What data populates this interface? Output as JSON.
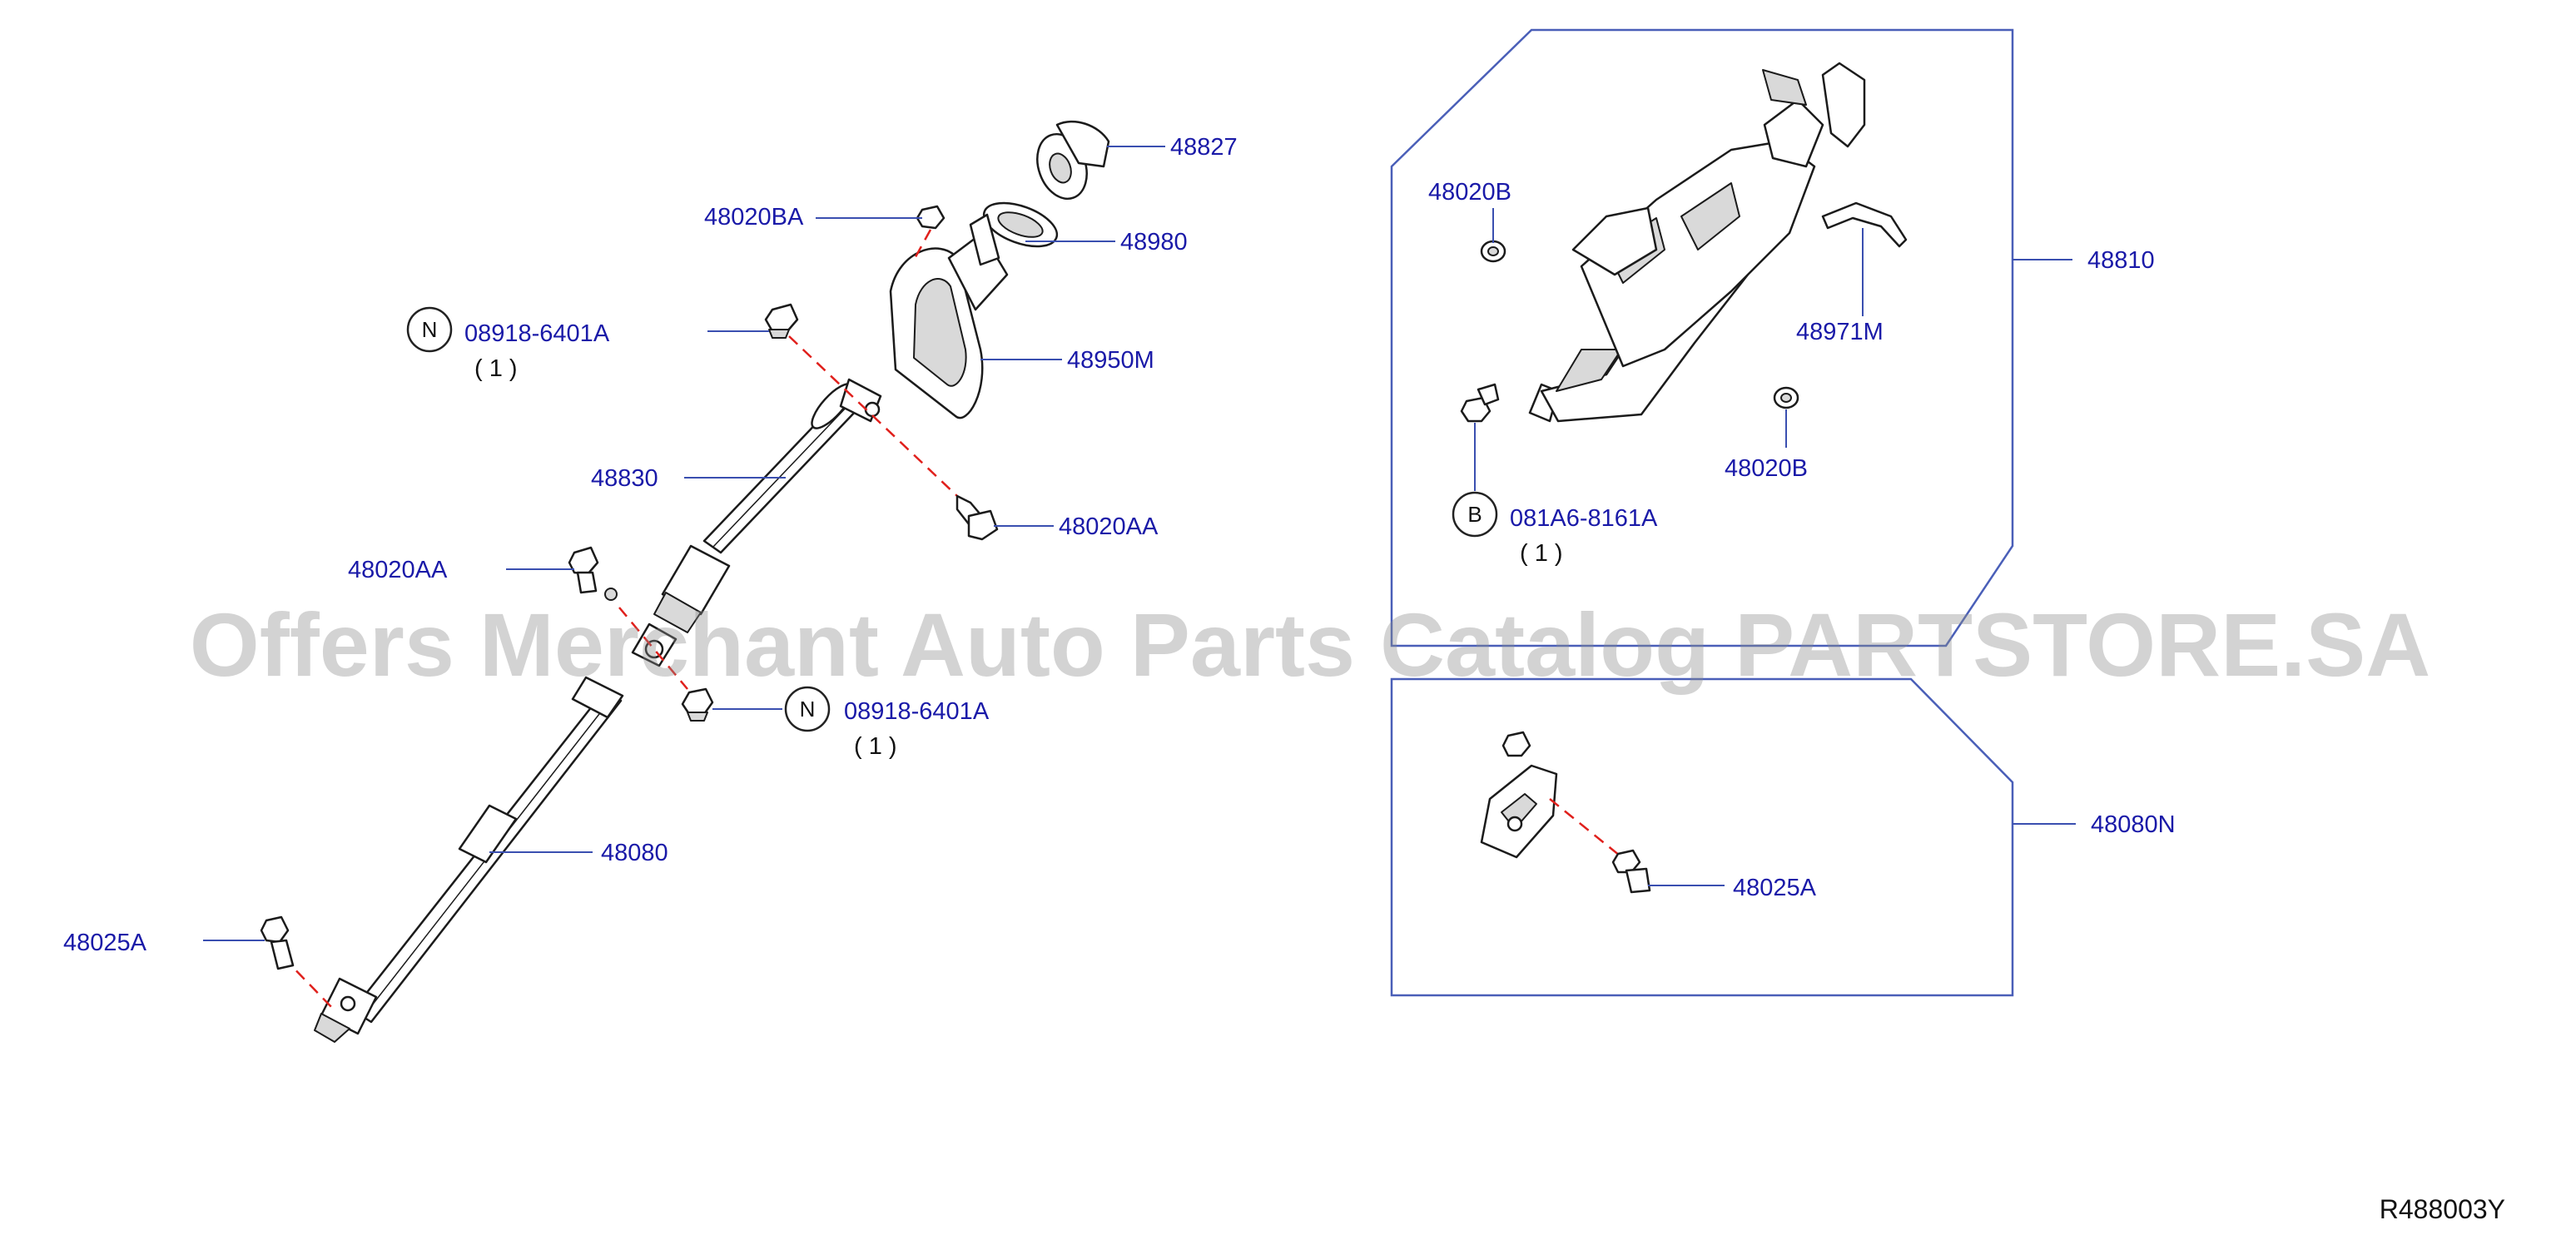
{
  "watermark": "Offers Merchant Auto Parts Catalog PARTSTORE.SA",
  "diagram_ref": "R488003Y",
  "callouts": {
    "p48827": "48827",
    "p48020BA": "48020BA",
    "p48980": "48980",
    "p48950M": "48950M",
    "p08918_top": "08918-6401A",
    "p08918_top_qty": "( 1 )",
    "p48830": "48830",
    "p48020AA_right": "48020AA",
    "p48020AA_left": "48020AA",
    "p08918_mid": "08918-6401A",
    "p08918_mid_qty": "( 1 )",
    "p48080": "48080",
    "p48025A_left": "48025A",
    "p48020B_top": "48020B",
    "p48810": "48810",
    "p48971M": "48971M",
    "p48020B_bottom": "48020B",
    "p081A6": "081A6-8161A",
    "p081A6_qty": "( 1 )",
    "p48080N": "48080N",
    "p48025A_right": "48025A"
  },
  "symbols": {
    "nut_symbol": "N",
    "bolt_symbol": "B"
  },
  "colors": {
    "callout_text": "#1a1aa8",
    "leader_line": "#3a4fb0",
    "assembly_dash": "#e0201c"
  }
}
